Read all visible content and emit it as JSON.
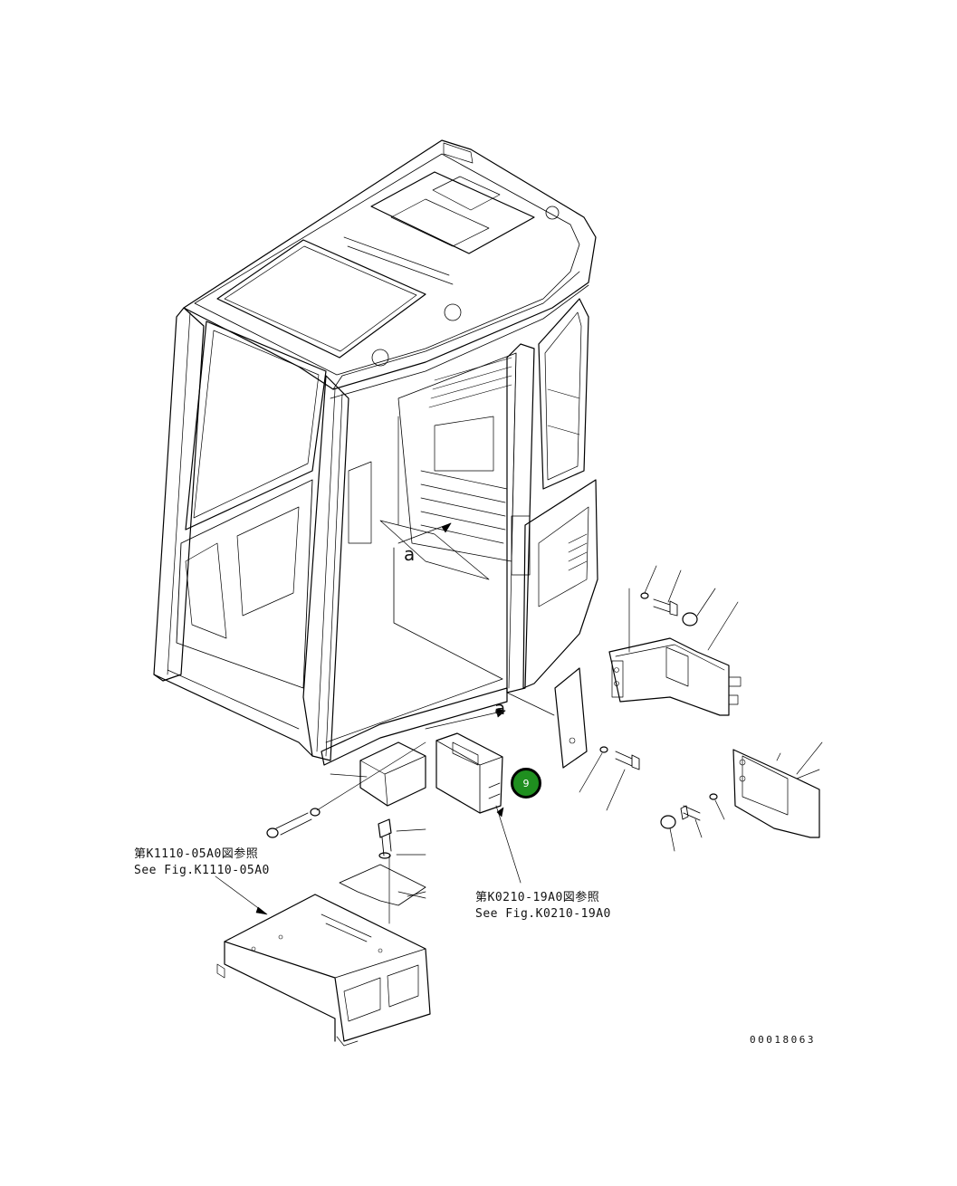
{
  "refs": {
    "left_jp": "第K1110-05A0図参照",
    "left_en": "See Fig.K1110-05A0",
    "right_jp": "第K0210-19A0図参照",
    "right_en": "See Fig.K0210-19A0"
  },
  "view_letters": {
    "top": "a",
    "bottom": "a"
  },
  "callout": {
    "label": "9",
    "fill": "#1f8f1f",
    "border": "#000000"
  },
  "drawing_number": "00018063"
}
